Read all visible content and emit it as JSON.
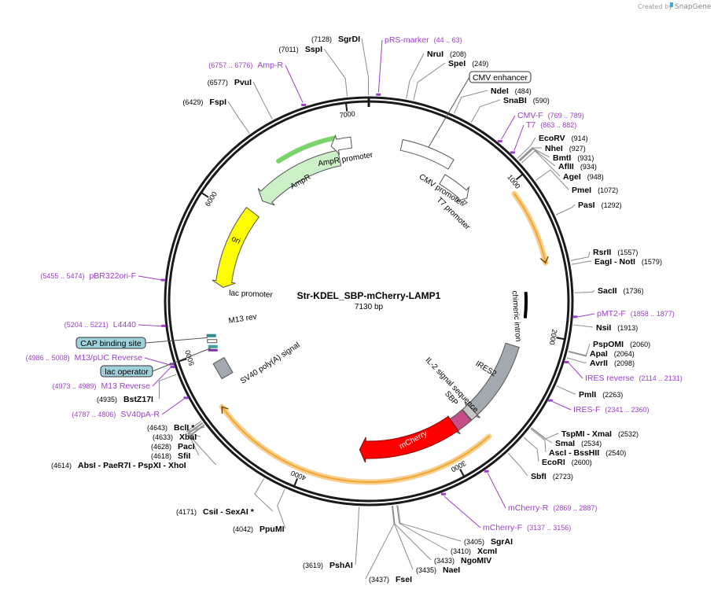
{
  "credit": {
    "prefix": "Created by",
    "brand": "SnapGene"
  },
  "plasmid": {
    "name": "Str-KDEL_SBP-mCherry-LAMP1",
    "size_label": "7130 bp",
    "length": 7130
  },
  "ticks": [
    {
      "pos": 1000,
      "label": "1000"
    },
    {
      "pos": 2000,
      "label": "2000"
    },
    {
      "pos": 3000,
      "label": "3000"
    },
    {
      "pos": 4000,
      "label": "4000"
    },
    {
      "pos": 5000,
      "label": "5000"
    },
    {
      "pos": 6000,
      "label": "6000"
    },
    {
      "pos": 7000,
      "label": "7000"
    }
  ],
  "features": [
    {
      "id": "cmv-enhancer",
      "name": "CMV enhancer",
      "start": 235,
      "end": 614,
      "kind": "box",
      "boxed_label": true
    },
    {
      "id": "cmv-promoter",
      "name": "CMV promoter",
      "start": 615,
      "end": 818,
      "kind": "promoter",
      "dir": "cw",
      "track": 1
    },
    {
      "id": "t7-promoter",
      "name": "T7 promoter",
      "start": 863,
      "end": 881,
      "kind": "promoter",
      "dir": "cw",
      "track": 1
    },
    {
      "id": "orange-arc-1",
      "name": "",
      "start": 1060,
      "end": 1540,
      "kind": "orange",
      "dir": "cw"
    },
    {
      "id": "chimeric-intron",
      "name": "chimeric intron",
      "start": 1700,
      "end": 1930,
      "kind": "intron"
    },
    {
      "id": "ires2",
      "name": "IRES2",
      "start": 2120,
      "end": 2700,
      "kind": "gray",
      "dir": "cw"
    },
    {
      "id": "il2-signal",
      "name": "IL-2 signal sequence",
      "start": 2700,
      "end": 2760,
      "kind": "signal"
    },
    {
      "id": "sbp",
      "name": "SBP",
      "start": 2760,
      "end": 2880,
      "kind": "pink",
      "dir": "cw"
    },
    {
      "id": "mcherry",
      "name": "mCherry",
      "start": 2880,
      "end": 3590,
      "kind": "red",
      "dir": "cw"
    },
    {
      "id": "orange-arc-2",
      "name": "",
      "start": 2740,
      "end": 4640,
      "kind": "orange",
      "dir": "cw"
    },
    {
      "id": "sv40-polya",
      "name": "SV40 poly(A) signal",
      "start": 4790,
      "end": 4910,
      "kind": "grayblock"
    },
    {
      "id": "m13-rev",
      "name": "M13 rev",
      "start": 4970,
      "end": 4990,
      "kind": "small"
    },
    {
      "id": "lac-operator",
      "name": "lac operator",
      "start": 5010,
      "end": 5030,
      "kind": "small"
    },
    {
      "id": "lac-promoter",
      "name": "lac promoter",
      "start": 5040,
      "end": 5070,
      "kind": "small"
    },
    {
      "id": "cap-site",
      "name": "CAP binding site",
      "start": 5080,
      "end": 5110,
      "kind": "small"
    },
    {
      "id": "ori",
      "name": "ori",
      "start": 5500,
      "end": 6090,
      "kind": "yellow",
      "dir": "ccw"
    },
    {
      "id": "ampr",
      "name": "AmpR",
      "start": 6250,
      "end": 6900,
      "kind": "green",
      "dir": "ccw"
    },
    {
      "id": "ampr-promoter",
      "name": "AmpR promoter",
      "start": 6900,
      "end": 7005,
      "kind": "promoter",
      "dir": "ccw"
    }
  ],
  "primers": [
    {
      "id": "prs-marker",
      "label": "pRS-marker",
      "range": "(44 .. 63)",
      "pos": 53
    },
    {
      "id": "cmv-f",
      "label": "CMV-F",
      "range": "(769 .. 789)",
      "pos": 779
    },
    {
      "id": "t7",
      "label": "T7",
      "range": "(863 .. 882)",
      "pos": 872
    },
    {
      "id": "pmt2-f",
      "label": "pMT2-F",
      "range": "(1858 .. 1877)",
      "pos": 1868
    },
    {
      "id": "ires-reverse",
      "label": "IRES reverse",
      "range": "(2114 .. 2131)",
      "pos": 2122
    },
    {
      "id": "ires-f",
      "label": "IRES-F",
      "range": "(2341 .. 2360)",
      "pos": 2350
    },
    {
      "id": "mcherry-r",
      "label": "mCherry-R",
      "range": "(2869 .. 2887)",
      "pos": 2878
    },
    {
      "id": "mcherry-f",
      "label": "mCherry-F",
      "range": "(3137 .. 3156)",
      "pos": 3146
    },
    {
      "id": "sv40pa-r",
      "label": "SV40pA-R",
      "range": "(4787 .. 4806)",
      "pos": 4796
    },
    {
      "id": "m13-reverse",
      "label": "M13 Reverse",
      "range": "(4973 .. 4989)",
      "pos": 4981
    },
    {
      "id": "m13-puc-reverse",
      "label": "M13/pUC Reverse",
      "range": "(4986 .. 5008)",
      "pos": 4997
    },
    {
      "id": "l4440",
      "label": "L4440",
      "range": "(5204 .. 5221)",
      "pos": 5212
    },
    {
      "id": "pbr322ori-f",
      "label": "pBR322ori-F",
      "range": "(5455 .. 5474)",
      "pos": 5464
    },
    {
      "id": "amp-r",
      "label": "Amp-R",
      "range": "(6757 .. 6776)",
      "pos": 6766
    }
  ],
  "sites": [
    {
      "name": "SgrDI",
      "pos_label": "(7128)",
      "pos": 7128
    },
    {
      "name": "SspI",
      "pos_label": "(7011)",
      "pos": 7011
    },
    {
      "name": "PvuI",
      "pos_label": "(6577)",
      "pos": 6577
    },
    {
      "name": "FspI",
      "pos_label": "(6429)",
      "pos": 6429
    },
    {
      "name": "NruI",
      "pos_label": "(208)",
      "pos": 208
    },
    {
      "name": "SpeI",
      "pos_label": "(249)",
      "pos": 249
    },
    {
      "name": "NdeI",
      "pos_label": "(484)",
      "pos": 484
    },
    {
      "name": "SnaBI",
      "pos_label": "(590)",
      "pos": 590
    },
    {
      "name": "EcoRV",
      "pos_label": "(914)",
      "pos": 914
    },
    {
      "name": "NheI",
      "pos_label": "(927)",
      "pos": 927
    },
    {
      "name": "BmtI",
      "pos_label": "(931)",
      "pos": 931
    },
    {
      "name": "AflII",
      "pos_label": "(934)",
      "pos": 934
    },
    {
      "name": "AgeI",
      "pos_label": "(948)",
      "pos": 948
    },
    {
      "name": "PmeI",
      "pos_label": "(1072)",
      "pos": 1072
    },
    {
      "name": "PasI",
      "pos_label": "(1292)",
      "pos": 1292
    },
    {
      "name": "RsrII",
      "pos_label": "(1557)",
      "pos": 1557
    },
    {
      "name": "EagI - NotI",
      "pos_label": "(1579)",
      "pos": 1579
    },
    {
      "name": "SacII",
      "pos_label": "(1736)",
      "pos": 1736
    },
    {
      "name": "NsiI",
      "pos_label": "(1913)",
      "pos": 1913
    },
    {
      "name": "PspOMI",
      "pos_label": "(2060)",
      "pos": 2060
    },
    {
      "name": "ApaI",
      "pos_label": "(2064)",
      "pos": 2064
    },
    {
      "name": "AvrII",
      "pos_label": "(2098)",
      "pos": 2098
    },
    {
      "name": "PmlI",
      "pos_label": "(2263)",
      "pos": 2263
    },
    {
      "name": "TspMI - XmaI",
      "pos_label": "(2532)",
      "pos": 2532
    },
    {
      "name": "SmaI",
      "pos_label": "(2534)",
      "pos": 2534
    },
    {
      "name": "AscI - BssHII",
      "pos_label": "(2540)",
      "pos": 2540
    },
    {
      "name": "EcoRI",
      "pos_label": "(2600)",
      "pos": 2600
    },
    {
      "name": "SbfI",
      "pos_label": "(2723)",
      "pos": 2723
    },
    {
      "name": "SgrAI",
      "pos_label": "(3405)",
      "pos": 3405
    },
    {
      "name": "XcmI",
      "pos_label": "(3410)",
      "pos": 3410
    },
    {
      "name": "NgoMIV",
      "pos_label": "(3433)",
      "pos": 3433
    },
    {
      "name": "NaeI",
      "pos_label": "(3435)",
      "pos": 3435
    },
    {
      "name": "FseI",
      "pos_label": "(3437)",
      "pos": 3437
    },
    {
      "name": "PshAI",
      "pos_label": "(3619)",
      "pos": 3619
    },
    {
      "name": "PpuMI",
      "pos_label": "(4042)",
      "pos": 4042
    },
    {
      "name": "CsiI - SexAI *",
      "pos_label": "(4171)",
      "pos": 4171
    },
    {
      "name": "AbsI - PaeR7I - PspXI - XhoI",
      "pos_label": "(4614)",
      "pos": 4614
    },
    {
      "name": "SfiI",
      "pos_label": "(4618)",
      "pos": 4618
    },
    {
      "name": "PacI",
      "pos_label": "(4628)",
      "pos": 4628
    },
    {
      "name": "XbaI",
      "pos_label": "(4633)",
      "pos": 4633
    },
    {
      "name": "BclI *",
      "pos_label": "(4643)",
      "pos": 4643
    },
    {
      "name": "BstZ17I",
      "pos_label": "(4935)",
      "pos": 4935
    }
  ],
  "colors": {
    "backbone": "#1a1a1a",
    "primer": "#9b3ec8",
    "site_line": "#8c8c8c",
    "ampr_fill": "#ccf0c8",
    "ori_fill": "#ffff00",
    "orange": "#f2a634",
    "ires_fill": "#a3a9b0",
    "sbp_fill": "#c44d8a",
    "mcherry_fill": "#ff0000",
    "boxed_fill": "#9fd0dc"
  }
}
